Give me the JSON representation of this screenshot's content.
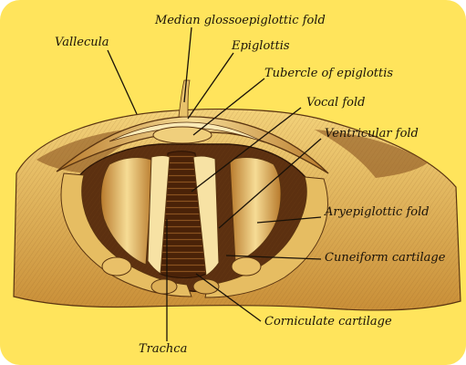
{
  "figure": {
    "background": "#ffe45c",
    "colors": {
      "tissue": "#d9a94a",
      "tissue_light": "#f5d98c",
      "shadow": "#6b3d12",
      "trachea": "#4a2208",
      "ink": "#1a1208"
    },
    "labels": {
      "median_glossoepiglottic_fold": "Median glossoepiglottic fold",
      "vallecula": "Vallecula",
      "epiglottis": "Epiglottis",
      "tubercle_of_epiglottis": "Tubercle of epiglottis",
      "vocal_fold": "Vocal fold",
      "ventricular_fold": "Ventricular fold",
      "aryepiglottic_fold": "Aryepiglottic fold",
      "cuneiform_cartilage": "Cuneiform cartilage",
      "corniculate_cartilage": "Corniculate cartilage",
      "trachea": "Trachca"
    }
  }
}
